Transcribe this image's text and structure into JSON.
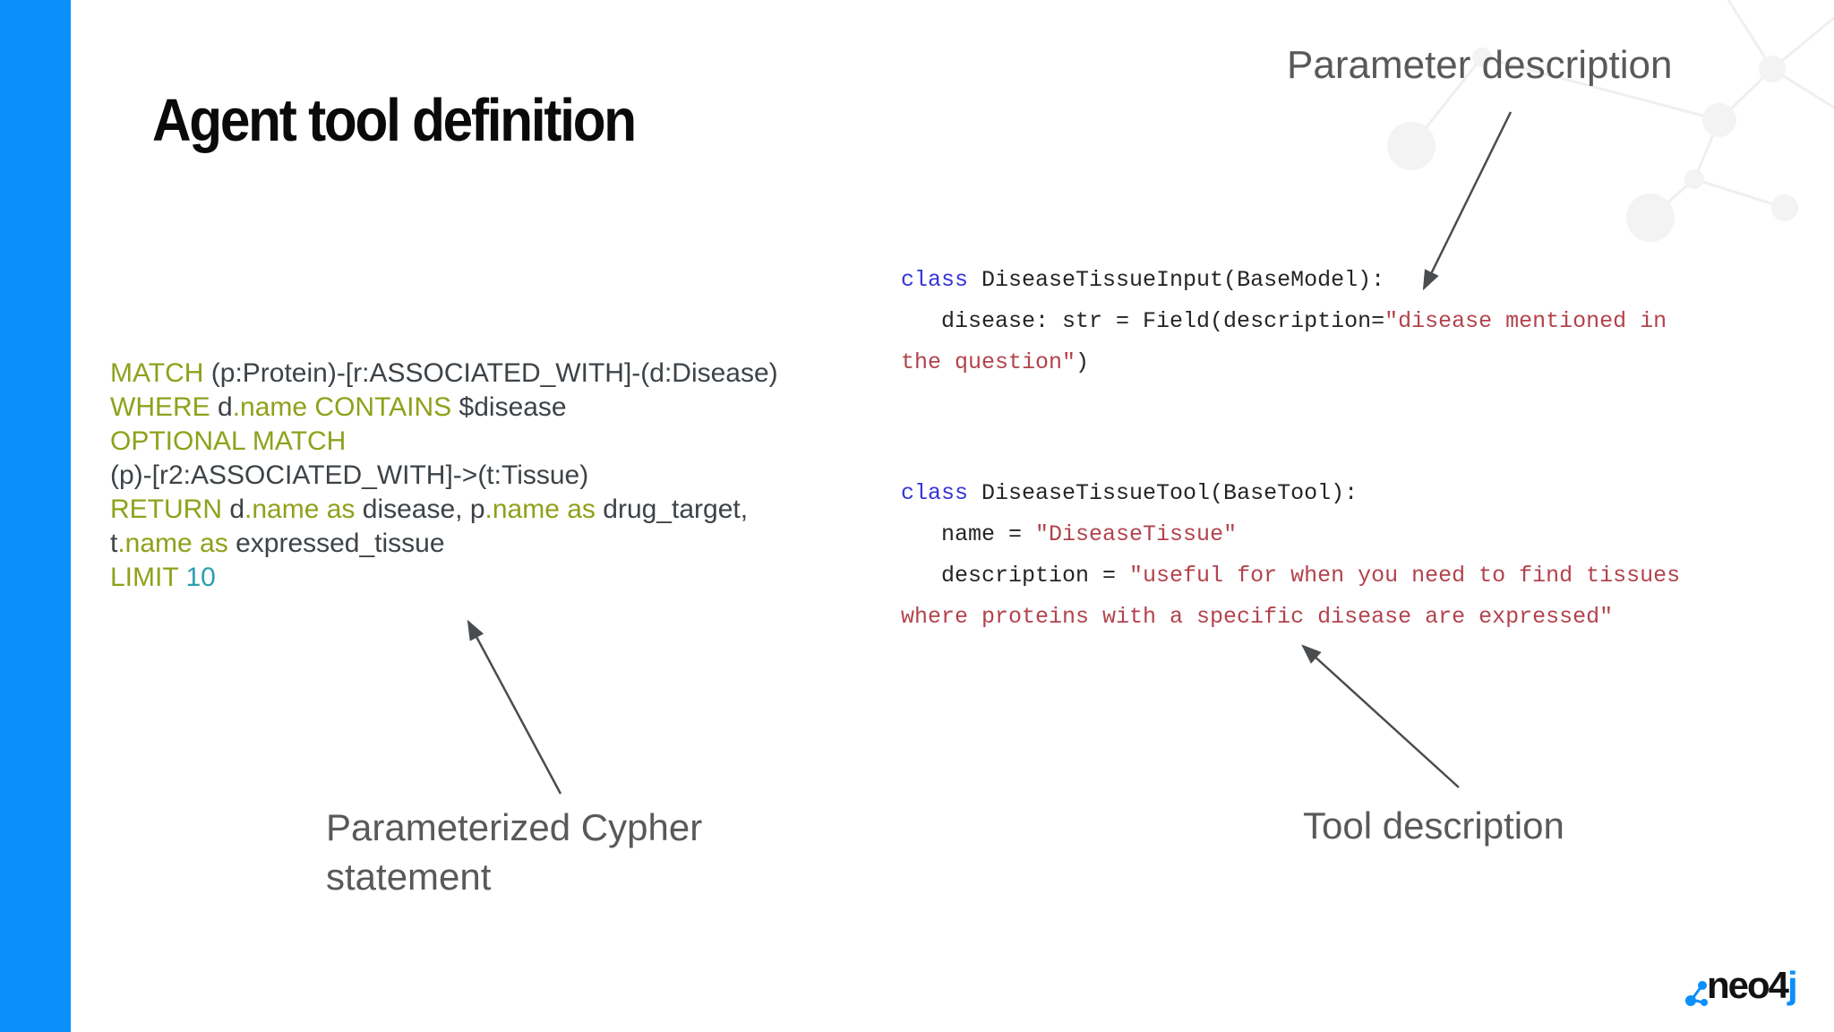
{
  "slide": {
    "title": "Agent tool definition"
  },
  "colors": {
    "accent_bar": "#0b8ffa",
    "title": "#0a0a0a",
    "label_gray": "#58595b",
    "arrow": "#4a4d4f",
    "cypher_keyword": "#8fa11b",
    "cypher_text": "#3d4347",
    "cypher_number": "#2b9fae",
    "python_text": "#242424",
    "python_keyword": "#3434d6",
    "python_string": "#b2434c",
    "logo_text": "#121212",
    "logo_blue": "#0b8ffa",
    "decoration": "#f3f3f3"
  },
  "labels": {
    "parameter_description": "Parameter description",
    "parameterized_cypher_statement": "Parameterized Cypher statement",
    "tool_description": "Tool description"
  },
  "cypher_code": {
    "language": "cypher",
    "lines": [
      [
        {
          "t": "MATCH ",
          "c": "kw"
        },
        {
          "t": "(p:Protein)-[r:ASSOCIATED_WITH]-(d:Disease)",
          "c": "pl"
        }
      ],
      [
        {
          "t": "WHERE ",
          "c": "kw"
        },
        {
          "t": "d",
          "c": "pl"
        },
        {
          "t": ".name CONTAINS ",
          "c": "kw"
        },
        {
          "t": "$disease",
          "c": "pl"
        }
      ],
      [
        {
          "t": "OPTIONAL MATCH",
          "c": "kw"
        }
      ],
      [
        {
          "t": "(p)-[r2:ASSOCIATED_WITH]->(t:Tissue)",
          "c": "pl"
        }
      ],
      [
        {
          "t": "RETURN ",
          "c": "kw"
        },
        {
          "t": "d",
          "c": "pl"
        },
        {
          "t": ".name as ",
          "c": "kw"
        },
        {
          "t": "disease, p",
          "c": "pl"
        },
        {
          "t": ".name as ",
          "c": "kw"
        },
        {
          "t": "drug_target,",
          "c": "pl"
        }
      ],
      [
        {
          "t": "t",
          "c": "pl"
        },
        {
          "t": ".name as ",
          "c": "kw"
        },
        {
          "t": "expressed_tissue",
          "c": "pl"
        }
      ],
      [
        {
          "t": "LIMIT ",
          "c": "kw"
        },
        {
          "t": "10",
          "c": "num"
        }
      ]
    ]
  },
  "python_code": {
    "language": "python",
    "input_class": {
      "lines": [
        [
          {
            "t": "class",
            "c": "pykw"
          },
          {
            "t": " DiseaseTissueInput(BaseModel):",
            "c": "py"
          }
        ],
        [
          {
            "t": "   disease: str = Field(description=",
            "c": "py"
          },
          {
            "t": "\"disease mentioned in",
            "c": "str"
          }
        ],
        [
          {
            "t": "the question\"",
            "c": "str"
          },
          {
            "t": ")",
            "c": "py"
          }
        ]
      ]
    },
    "tool_class": {
      "lines": [
        [
          {
            "t": "class",
            "c": "pykw"
          },
          {
            "t": " DiseaseTissueTool(BaseTool):",
            "c": "py"
          }
        ],
        [
          {
            "t": "   name = ",
            "c": "py"
          },
          {
            "t": "\"DiseaseTissue\"",
            "c": "str"
          }
        ],
        [
          {
            "t": "   description = ",
            "c": "py"
          },
          {
            "t": "\"useful for when you need to find tissues",
            "c": "str"
          }
        ],
        [
          {
            "t": "where proteins with a specific disease are expressed\"",
            "c": "str"
          }
        ]
      ]
    }
  },
  "logo": {
    "text_black": "neo4",
    "text_blue": "j"
  }
}
